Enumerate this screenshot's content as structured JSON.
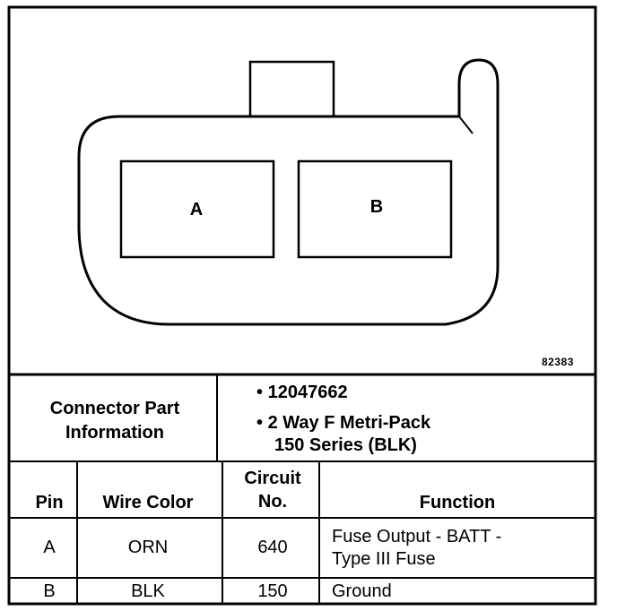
{
  "diagram": {
    "pins": [
      "A",
      "B"
    ],
    "figure_id": "82383"
  },
  "connector_info": {
    "label_line1": "Connector Part",
    "label_line2": "Information",
    "bullet_1": "12047662",
    "bullet_2_line1": "2 Way F Metri-Pack",
    "bullet_2_line2": "150 Series (BLK)"
  },
  "table": {
    "headers": {
      "pin": "Pin",
      "wire_color": "Wire Color",
      "circuit_line1": "Circuit",
      "circuit_line2": "No.",
      "function": "Function"
    },
    "rows": [
      {
        "pin": "A",
        "wire_color": "ORN",
        "circuit": "640",
        "function_line1": "Fuse Output - BATT -",
        "function_line2": "Type III Fuse"
      },
      {
        "pin": "B",
        "wire_color": "BLK",
        "circuit": "150",
        "function_line1": "Ground"
      }
    ]
  }
}
